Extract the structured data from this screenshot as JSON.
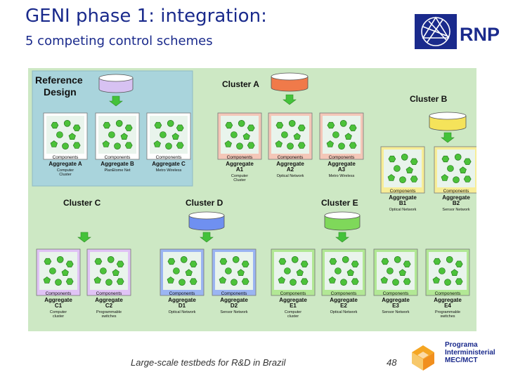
{
  "slide": {
    "title": "GENI phase 1: integration:",
    "subtitle": "5 competing control schemes",
    "footer": "Large-scale testbeds for R&D in Brazil",
    "page_number": "48",
    "logo_text": "RNP",
    "mec_lines": [
      "Programa",
      "Interministerial",
      "MEC/MCT"
    ]
  },
  "diagram": {
    "reference_title": [
      "Reference",
      "Design"
    ],
    "component_label": "Components",
    "clusters": [
      {
        "label": "Cluster A",
        "color": "#f07a4a"
      },
      {
        "label": "Cluster B",
        "color": "#f5e35a"
      },
      {
        "label": "Cluster C",
        "color": "#e0c3f5"
      },
      {
        "label": "Cluster D",
        "color": "#6f90f0"
      },
      {
        "label": "Cluster E",
        "color": "#7fd85a"
      }
    ],
    "aggregates": {
      "ref": [
        {
          "name": [
            "Aggregate A"
          ],
          "desc": [
            "Computer",
            "Cluster"
          ]
        },
        {
          "name": [
            "Aggregate B"
          ],
          "desc": [
            "PlanEtome Net"
          ]
        },
        {
          "name": [
            "Aggregate C"
          ],
          "desc": [
            "Metro Wireless"
          ]
        }
      ],
      "A": [
        {
          "name": [
            "Aggregate",
            "A1"
          ],
          "desc": [
            "Computer",
            "Cluster"
          ]
        },
        {
          "name": [
            "Aggregate",
            "A2"
          ],
          "desc": [
            "Optical Network"
          ]
        },
        {
          "name": [
            "Aggregate",
            "A3"
          ],
          "desc": [
            "Metro Wireless"
          ]
        }
      ],
      "B": [
        {
          "name": [
            "Aggregate",
            "B1"
          ],
          "desc": [
            "Optical Network"
          ]
        },
        {
          "name": [
            "Aggregate",
            "B2"
          ],
          "desc": [
            "Sensor Network"
          ]
        }
      ],
      "C": [
        {
          "name": [
            "Aggregate",
            "C1"
          ],
          "desc": [
            "Computer",
            "cluster"
          ]
        },
        {
          "name": [
            "Aggregate",
            "C2"
          ],
          "desc": [
            "Programmable",
            "switches"
          ]
        }
      ],
      "D": [
        {
          "name": [
            "Aggregate",
            "D1"
          ],
          "desc": [
            "Optical Network"
          ]
        },
        {
          "name": [
            "Aggregate",
            "D2"
          ],
          "desc": [
            "Sensor Network"
          ]
        }
      ],
      "E": [
        {
          "name": [
            "Aggregate",
            "E1"
          ],
          "desc": [
            "Computer",
            "cluster"
          ]
        },
        {
          "name": [
            "Aggregate",
            "E2"
          ],
          "desc": [
            "Optical Network"
          ]
        },
        {
          "name": [
            "Aggregate",
            "E3"
          ],
          "desc": [
            "Sensor Network"
          ]
        },
        {
          "name": [
            "Aggregate",
            "E4"
          ],
          "desc": [
            "Programmable",
            "switches"
          ]
        }
      ]
    },
    "colors": {
      "background": "#cde8c4",
      "reference_panel": "#a9d4dc",
      "box_fill": "#e9f4ec",
      "node": "#4cc23a",
      "arrow": "#44c23a",
      "ref_cylinder": "#d7c2f2"
    }
  }
}
